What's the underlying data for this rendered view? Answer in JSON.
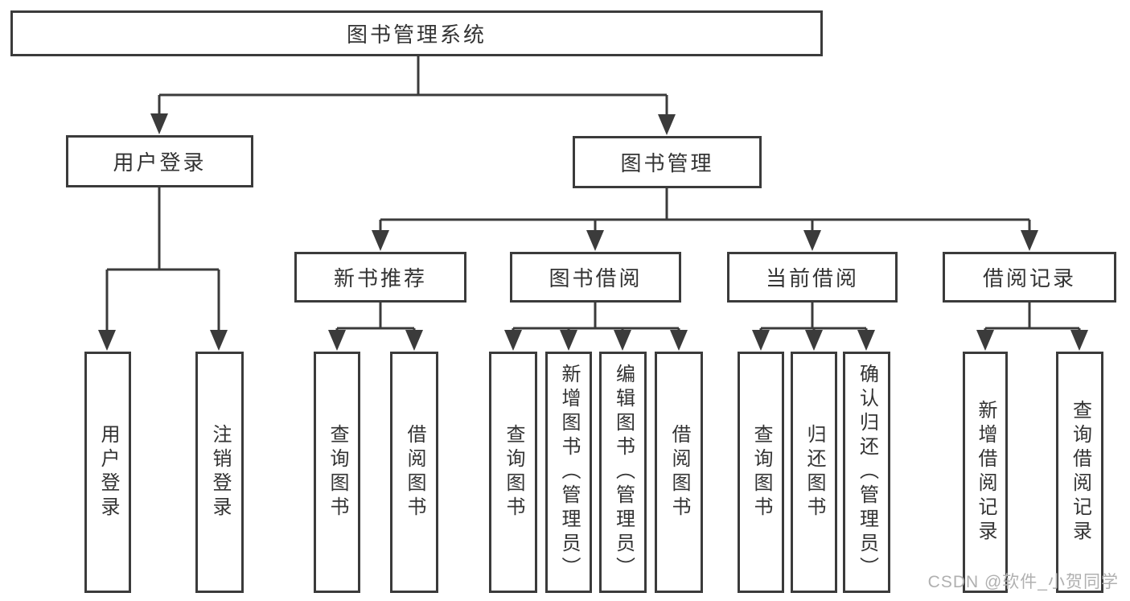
{
  "diagram": {
    "root": {
      "label": "图书管理系统"
    },
    "branches": [
      {
        "label": "用户登录",
        "children": [
          {
            "label": "用户登录"
          },
          {
            "label": "注销登录"
          }
        ]
      },
      {
        "label": "图书管理",
        "children": [
          {
            "label": "新书推荐",
            "children": [
              {
                "label": "查询图书"
              },
              {
                "label": "借阅图书"
              }
            ]
          },
          {
            "label": "图书借阅",
            "children": [
              {
                "label": "查询图书"
              },
              {
                "label": "新增图书（管理员）"
              },
              {
                "label": "编辑图书（管理员）"
              },
              {
                "label": "借阅图书"
              }
            ]
          },
          {
            "label": "当前借阅",
            "children": [
              {
                "label": "查询图书"
              },
              {
                "label": "归还图书"
              },
              {
                "label": "确认归还（管理员）"
              }
            ]
          },
          {
            "label": "借阅记录",
            "children": [
              {
                "label": "新增借阅记录"
              },
              {
                "label": "查询借阅记录"
              }
            ]
          }
        ]
      }
    ]
  },
  "watermark": {
    "text": "CSDN @软件_小贺同学"
  },
  "colors": {
    "line": "#3b3b3b",
    "text": "#333333",
    "watermark": "#b0b0b0",
    "background": "#ffffff"
  }
}
